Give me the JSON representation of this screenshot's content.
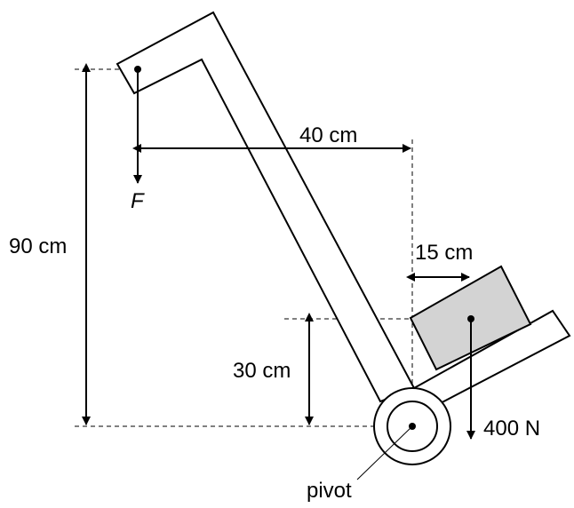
{
  "labels": {
    "force": "F",
    "horizontal_distance": "40 cm",
    "height_total": "90 cm",
    "load_offset": "15 cm",
    "load_height": "30 cm",
    "load_weight": "400 N",
    "pivot": "pivot"
  },
  "colors": {
    "line": "#000000",
    "load_fill": "#d3d3d3",
    "background": "#ffffff"
  }
}
